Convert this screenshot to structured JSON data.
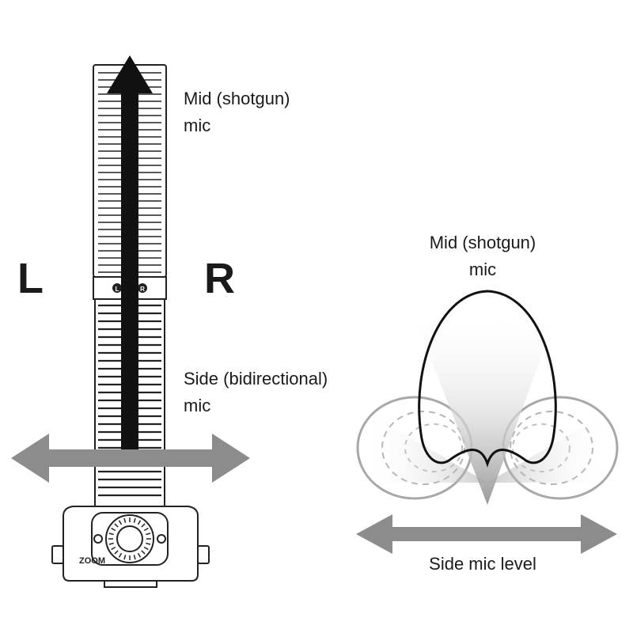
{
  "labels": {
    "mid_mic_line1": "Mid (shotgun)",
    "mid_mic_line2": "mic",
    "side_mic_line1": "Side (bidirectional)",
    "side_mic_line2": "mic",
    "left": "L",
    "right": "R",
    "polar_mid_line1": "Mid (shotgun)",
    "polar_mid_line2": "mic",
    "side_level": "Side mic level"
  },
  "device": {
    "brand": "ZOOM",
    "mic_markings": [
      "L",
      "R"
    ]
  },
  "colors": {
    "ink": "#111111",
    "arrow_gray": "#8c8c8c",
    "lobe_gray": "#a8a8a8",
    "dashed_gray": "#b4b4b4"
  }
}
